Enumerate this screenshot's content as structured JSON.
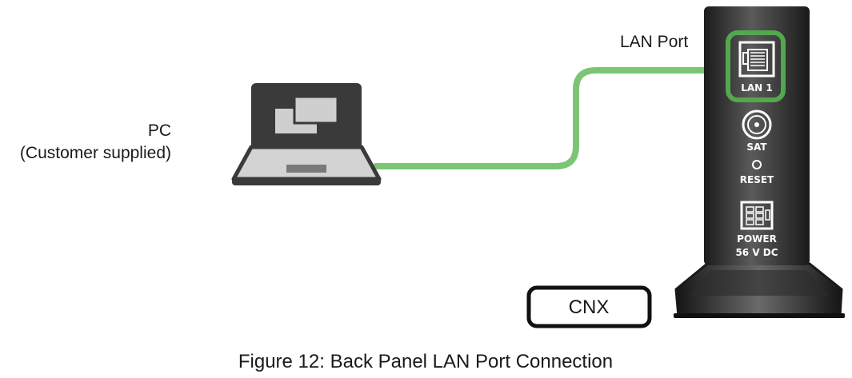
{
  "pc": {
    "line1": "PC",
    "line2": "(Customer supplied)"
  },
  "lan_callout": "LAN Port",
  "device": {
    "lan_port": "LAN 1",
    "sat_port": "SAT",
    "reset_button": "RESET",
    "power_line1": "POWER",
    "power_line2": "56 V DC",
    "name": "CNX"
  },
  "caption": "Figure 12: Back Panel LAN Port Connection",
  "colors": {
    "cable": "#7cc576",
    "highlight": "#53a84d",
    "device_dark": "#1a1a1a"
  }
}
